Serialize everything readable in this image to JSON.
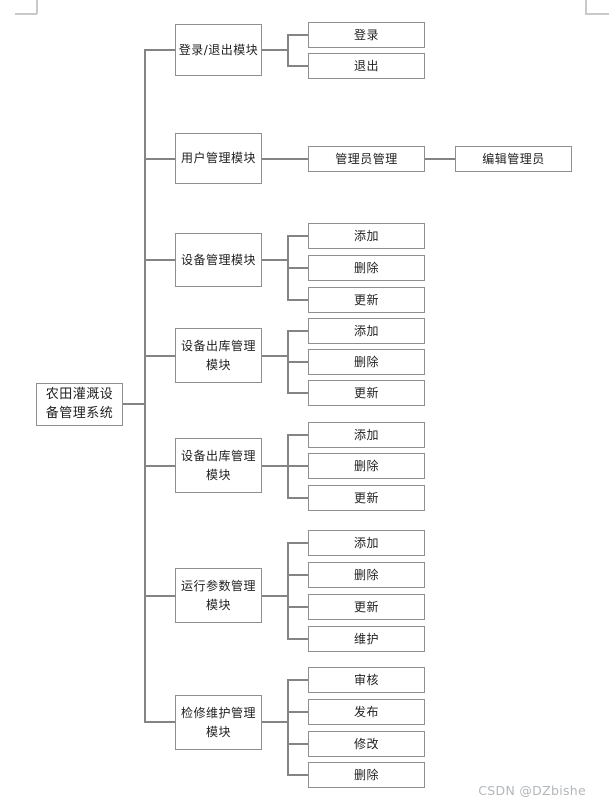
{
  "page": {
    "watermark": "CSDN @DZbishe"
  },
  "diagram": {
    "root": {
      "label": "农田灌溉设备管理系统"
    },
    "modules": [
      {
        "label": "登录/退出模块",
        "children": [
          {
            "label": "登录"
          },
          {
            "label": "退出"
          }
        ]
      },
      {
        "label": "用户管理模块",
        "children": [
          {
            "label": "管理员管理",
            "children": [
              {
                "label": "编辑管理员"
              }
            ]
          }
        ]
      },
      {
        "label": "设备管理模块",
        "children": [
          {
            "label": "添加"
          },
          {
            "label": "删除"
          },
          {
            "label": "更新"
          }
        ]
      },
      {
        "label": "设备出库管理模块",
        "children": [
          {
            "label": "添加"
          },
          {
            "label": "删除"
          },
          {
            "label": "更新"
          }
        ]
      },
      {
        "label": "设备出库管理模块",
        "children": [
          {
            "label": "添加"
          },
          {
            "label": "删除"
          },
          {
            "label": "更新"
          }
        ]
      },
      {
        "label": "运行参数管理模块",
        "children": [
          {
            "label": "添加"
          },
          {
            "label": "删除"
          },
          {
            "label": "更新"
          },
          {
            "label": "维护"
          }
        ]
      },
      {
        "label": "检修维护管理模块",
        "children": [
          {
            "label": "审核"
          },
          {
            "label": "发布"
          },
          {
            "label": "修改"
          },
          {
            "label": "删除"
          }
        ]
      }
    ]
  }
}
